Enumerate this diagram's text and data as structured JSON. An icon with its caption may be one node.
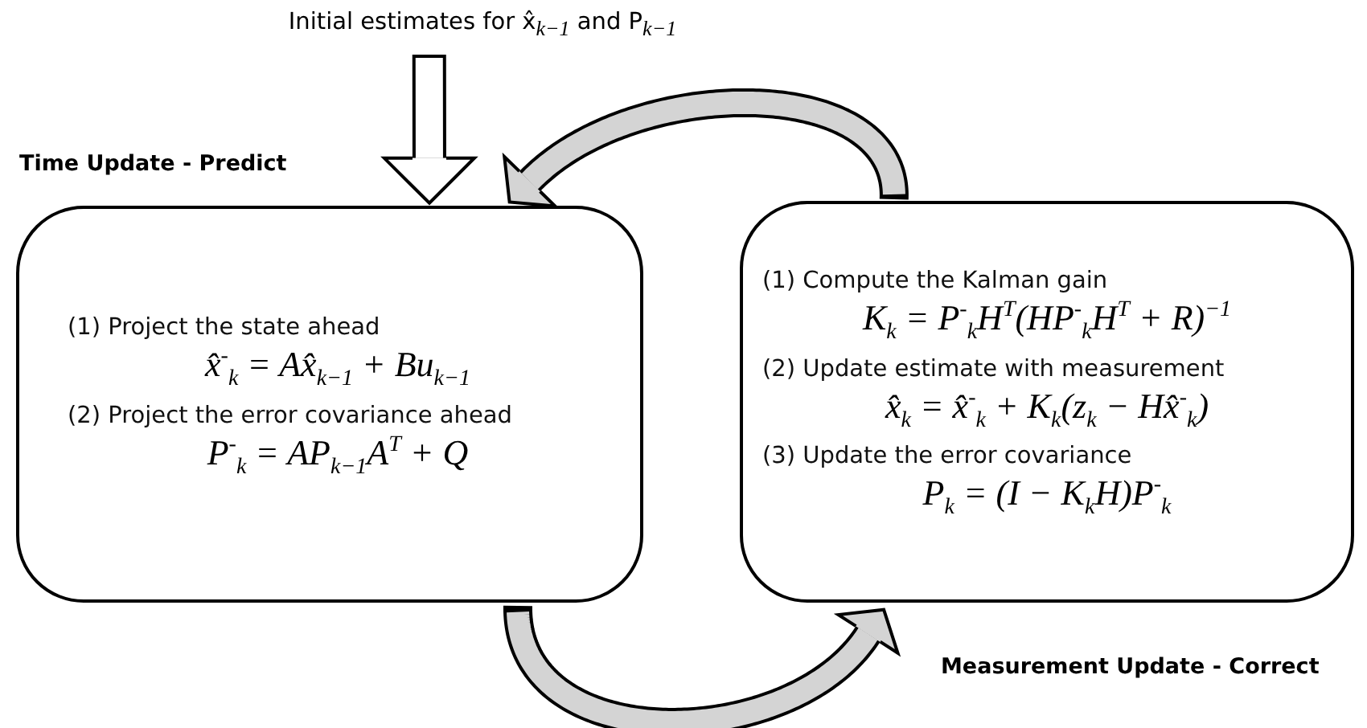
{
  "diagram": {
    "nodes": [
      {
        "text": [
          "Initial estimates for x̂$_{k−1}$ and P$_{k−1}$"
        ]
      },
      {
        "text": [
          "(1) Project the state ahead",
          "x̂$^{-}$$_{k}$ = Ax̂$_{k−1}$ + Bu$_{k−1}$",
          "(2) Project the error covariance ahead",
          "P$^{-}$$_{k}$ = AP$_{k−1}$A$^{T}$ + Q"
        ],
        "beside": [
          "Time Update - Predict"
        ]
      },
      {
        "text": [
          "(1) Compute the Kalman gain",
          "K$_{k}$ = P$^{-}$$_{k}$H$^{T}$(HP$^{-}$$_{k}$H$^{T}$ + R)$^{−1}$",
          "(2) Update estimate with measurement",
          "x̂$_{k}$ = x̂$^{-}$$_{k}$ + K$_{k}$(z$_{k}$ − Hx̂$^{-}$$_{k}$)",
          "(3) Update the error covariance",
          "P$_{k}$ = (I − K$_{k}$H)P$^{-}$$_{k}$"
        ],
        "beside": [
          "Measurement Update - Correct"
        ]
      }
    ],
    "edges": [
      {
        "from": 0,
        "to": 1,
        "arrow": "to"
      },
      {
        "from": 2,
        "to": 1,
        "arrow": "to"
      },
      {
        "from": 1,
        "to": 2,
        "arrow": "to"
      }
    ]
  }
}
